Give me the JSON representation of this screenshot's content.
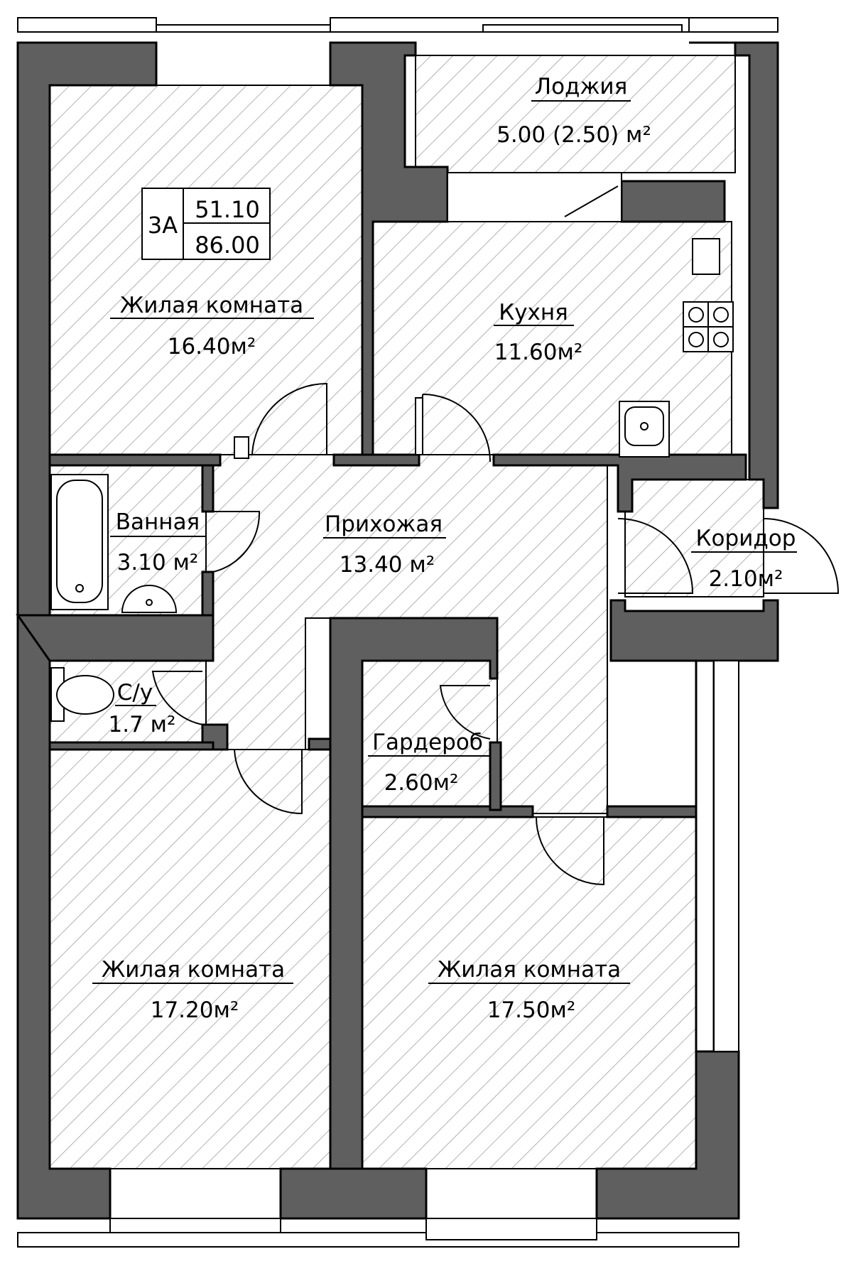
{
  "apartment": {
    "type": "3А",
    "living_area": "51.10",
    "total_area": "86.00"
  },
  "rooms": {
    "living1": {
      "name": "Жилая комната",
      "area": "16.40м²"
    },
    "loggia": {
      "name": "Лоджия",
      "area": "5.00 (2.50) м²"
    },
    "kitchen": {
      "name": "Кухня",
      "area": "11.60м²"
    },
    "bathroom": {
      "name": "Ванная",
      "area": "3.10 м²"
    },
    "hallway": {
      "name": "Прихожая",
      "area": "13.40 м²"
    },
    "corridor": {
      "name": "Коридор",
      "area": "2.10м²"
    },
    "wc": {
      "name": "С/у",
      "area": "1.7 м²"
    },
    "wardrobe": {
      "name": "Гардероб",
      "area": "2.60м²"
    },
    "living2": {
      "name": "Жилая комната",
      "area": "17.20м²"
    },
    "living3": {
      "name": "Жилая комната",
      "area": "17.50м²"
    }
  },
  "colors": {
    "wall": "#5f5f5f",
    "hatch": "#9a9a9a",
    "line": "#000000"
  }
}
